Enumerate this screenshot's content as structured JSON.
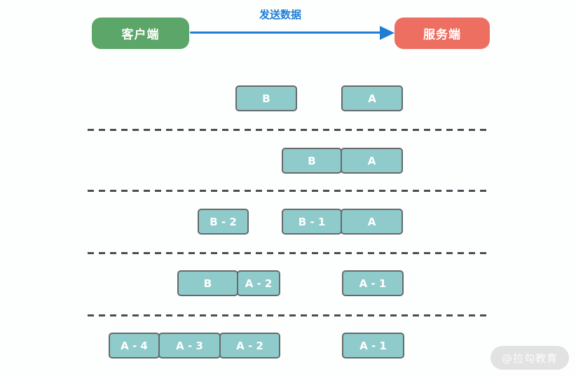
{
  "header": {
    "client_label": "客户端",
    "server_label": "服务端",
    "arrow_label": "发送数据"
  },
  "colors": {
    "client_green": "#5CA66A",
    "server_red": "#ED6F62",
    "arrow_blue": "#1E7ED4",
    "packet_teal": "#8FCBCB",
    "packet_border": "#666A6B",
    "dash_gray": "#4A4E54"
  },
  "rows": [
    {
      "groups": [
        {
          "packets": [
            "B"
          ]
        },
        {
          "packets": [
            "A"
          ]
        }
      ]
    },
    {
      "groups": [
        {
          "packets": [
            "B",
            "A"
          ]
        }
      ]
    },
    {
      "groups": [
        {
          "packets": [
            "B - 2"
          ]
        },
        {
          "packets": [
            "B - 1",
            "A"
          ]
        }
      ]
    },
    {
      "groups": [
        {
          "packets": [
            "B",
            "A - 2"
          ]
        },
        {
          "packets": [
            "A - 1"
          ]
        }
      ]
    },
    {
      "groups": [
        {
          "packets": [
            "A - 4",
            "A - 3",
            "A - 2"
          ]
        },
        {
          "packets": [
            "A - 1"
          ]
        }
      ]
    }
  ],
  "watermark": "@拉勾教育"
}
